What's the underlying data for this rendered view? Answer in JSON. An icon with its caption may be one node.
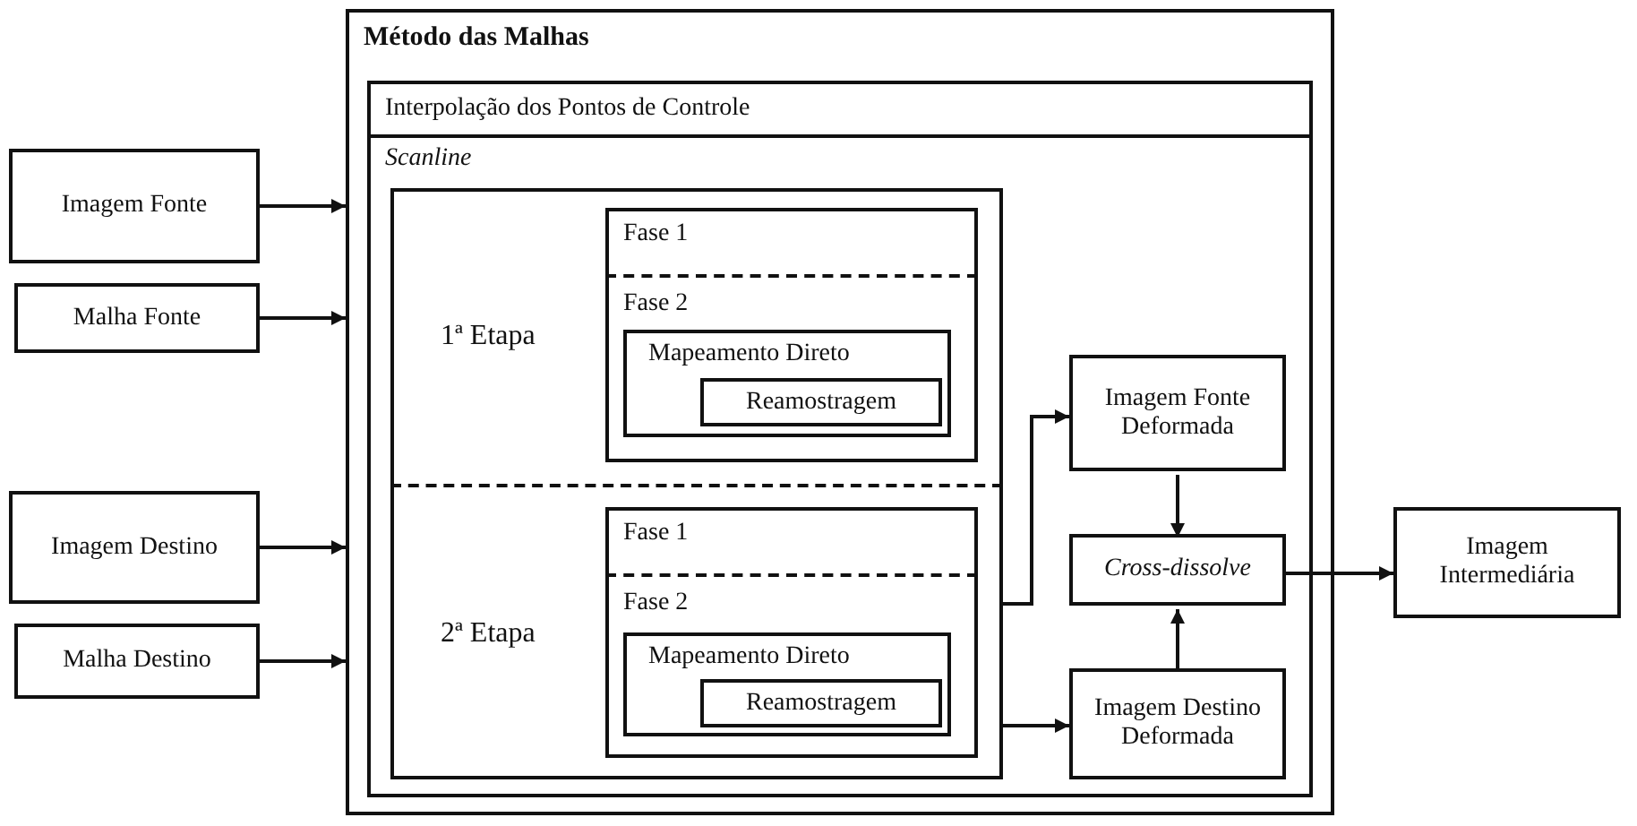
{
  "diagram": {
    "nodes": [
      {
        "text": [
          "Imagem Fonte"
        ]
      },
      {
        "text": [
          "Malha Fonte"
        ]
      },
      {
        "text": [
          "Imagem Destino"
        ]
      },
      {
        "text": [
          "Malha Destino"
        ]
      },
      {
        "text": [
          "Método das Malhas"
        ]
      },
      {
        "text": [
          "Interpolação dos Pontos de Controle"
        ],
        "in": 4
      },
      {
        "text": [
          "Scanline"
        ],
        "in": 4
      },
      {
        "text": [],
        "shape": "box",
        "in": 6
      },
      {
        "text": [
          "1ª Etapa"
        ],
        "in": 7
      },
      {
        "text": [],
        "shape": "box",
        "in": 8
      },
      {
        "text": [
          "Fase 1"
        ],
        "in": 9
      },
      {
        "text": [
          "Fase 2"
        ],
        "in": 9
      },
      {
        "text": [
          "Mapeamento Direto"
        ],
        "in": 11
      },
      {
        "text": [
          "Reamostragem"
        ],
        "in": 12
      },
      {
        "text": [
          "2ª Etapa"
        ],
        "in": 7
      },
      {
        "text": [],
        "shape": "box",
        "in": 14
      },
      {
        "text": [
          "Fase 1"
        ],
        "in": 15
      },
      {
        "text": [
          "Fase 2"
        ],
        "in": 15
      },
      {
        "text": [
          "Mapeamento Direto"
        ],
        "in": 17
      },
      {
        "text": [
          "Reamostragem"
        ],
        "in": 18
      },
      {
        "text": [
          "Imagem Fonte Deformada"
        ],
        "in": 6
      },
      {
        "text": [
          "Cross-dissolve"
        ],
        "in": 6
      },
      {
        "text": [
          "Imagem Destino Deformada"
        ],
        "in": 6
      },
      {
        "text": [
          "Imagem Intermediária"
        ]
      }
    ],
    "edges": [
      {
        "from": 0,
        "to": 4,
        "arrow": "to"
      },
      {
        "from": 1,
        "to": 4,
        "arrow": "to"
      },
      {
        "from": 2,
        "to": 4,
        "arrow": "to"
      },
      {
        "from": 3,
        "to": 4,
        "arrow": "to"
      },
      {
        "from": 14,
        "to": 20,
        "arrow": "to"
      },
      {
        "from": 14,
        "to": 22,
        "arrow": "to"
      },
      {
        "from": 20,
        "to": 21,
        "arrow": "to"
      },
      {
        "from": 22,
        "to": 21,
        "arrow": "to"
      },
      {
        "from": 21,
        "to": 23,
        "arrow": "to"
      }
    ]
  }
}
